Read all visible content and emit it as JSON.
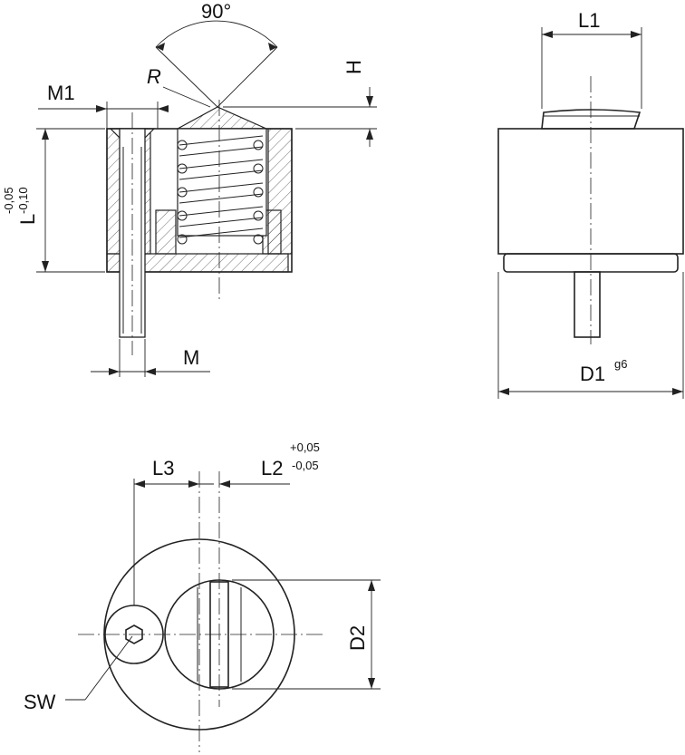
{
  "labels": {
    "angle": "90°",
    "radius": "R",
    "height": "H",
    "m1": "M1",
    "length": "L",
    "length_tol_upper": "-0,05",
    "length_tol_lower": "-0,10",
    "m": "M",
    "l1": "L1",
    "d1": "D1",
    "d1_fit": "g6",
    "l3": "L3",
    "l2": "L2",
    "l2_tol_upper": "+0,05",
    "l2_tol_lower": "-0,05",
    "d2": "D2",
    "sw": "SW"
  }
}
